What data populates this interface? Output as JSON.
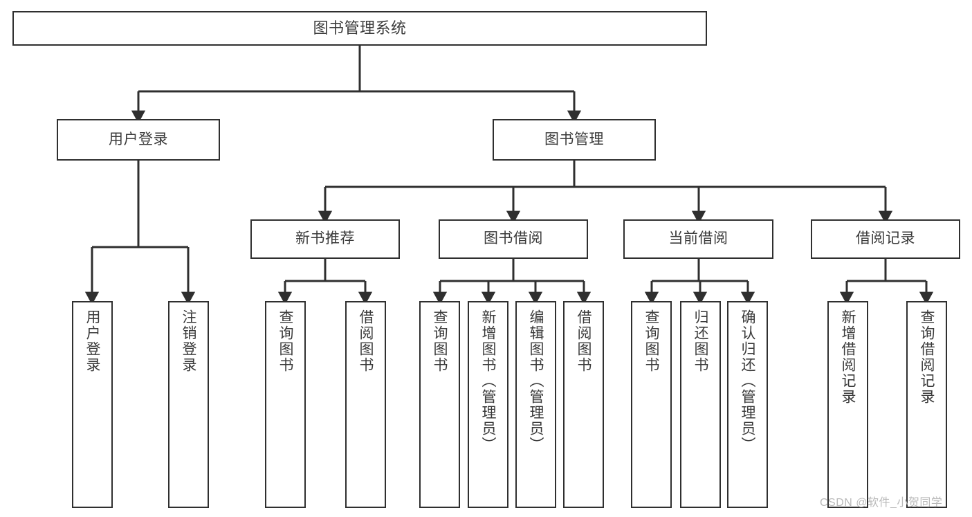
{
  "diagram": {
    "title": "图书管理系统",
    "watermark": "CSDN @软件_小贺同学",
    "colors": {
      "box_border": "#2f2f2f",
      "box_fill": "#ffffff",
      "text": "#3a3a3a",
      "edge": "#2f2f2f",
      "watermark": "#b9b9b9",
      "page_background": "#ffffff"
    },
    "nodes": {
      "root": {
        "label": "图书管理系统"
      },
      "branch_user_login": {
        "label": "用户登录"
      },
      "branch_book_manage": {
        "label": "图书管理"
      },
      "group_new_book": {
        "label": "新书推荐"
      },
      "group_borrow": {
        "label": "图书借阅"
      },
      "group_current_borrow": {
        "label": "当前借阅"
      },
      "group_borrow_record": {
        "label": "借阅记录"
      },
      "leaf_user_login": {
        "label": "用户登录"
      },
      "leaf_logout": {
        "label": "注销登录"
      },
      "leaf_query_book_1": {
        "label": "查询图书"
      },
      "leaf_borrow_book_1": {
        "label": "借阅图书"
      },
      "leaf_query_book_2": {
        "label": "查询图书"
      },
      "leaf_add_book_admin": {
        "label": "新增图书（管理员）"
      },
      "leaf_edit_book_admin": {
        "label": "编辑图书（管理员）"
      },
      "leaf_borrow_book_2": {
        "label": "借阅图书"
      },
      "leaf_query_book_3": {
        "label": "查询图书"
      },
      "leaf_return_book": {
        "label": "归还图书"
      },
      "leaf_confirm_return_admin": {
        "label": "确认归还（管理员）"
      },
      "leaf_add_borrow_record": {
        "label": "新增借阅记录"
      },
      "leaf_query_borrow_record": {
        "label": "查询借阅记录"
      }
    }
  }
}
